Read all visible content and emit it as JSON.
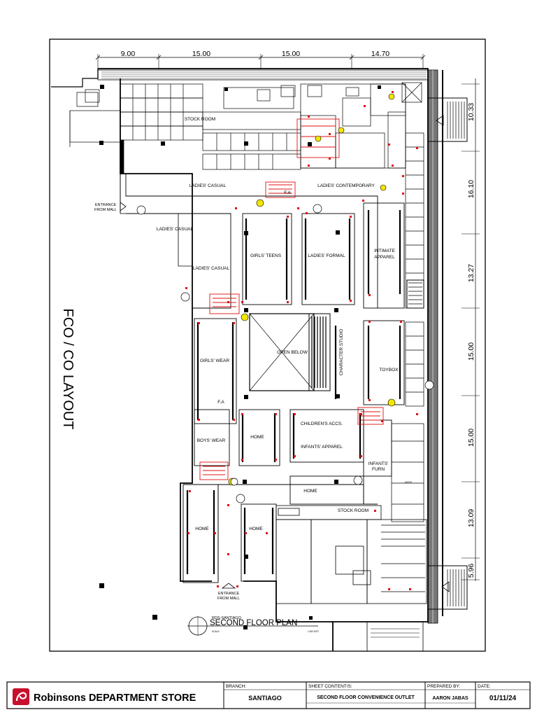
{
  "plan": {
    "vertical_title": "FCO / CO LAYOUT",
    "title_small": "RDS-SANTIAGO",
    "title": "SECOND FLOOR PLAN",
    "scale_label": "SCALE:",
    "scale_value": "1:300 MTS"
  },
  "dimensions": {
    "top": [
      "9.00",
      "15.00",
      "15.00",
      "14.70"
    ],
    "right": [
      "10.33",
      "16.10",
      "13.27",
      "15.00",
      "15.00",
      "13.09",
      "5.96"
    ]
  },
  "entrances": {
    "left_line1": "ENTRANCE",
    "left_line2": "FROM MALL",
    "bottom_line1": "ENTRANCE",
    "bottom_line2": "FROM MALL"
  },
  "departments": {
    "stock_room_top": "STOCK ROOM",
    "ladies_casual_1": "LADIES' CASUAL",
    "ladies_contemporary": "LADIES' CONTEMPORARY",
    "ladies_casual_2": "LADIES' CASUAL",
    "ladies_casual_3": "LADIES' CASUAL",
    "girls_teens": "GIRLS' TEENS",
    "ladies_formal": "LADIES' FORMAL",
    "intimate_1": "INTIMATE",
    "intimate_2": "APPAREL",
    "open_below": "OPEN BELOW",
    "character_studio": "CHARACTER STUDIO",
    "toybox": "TOYBOX",
    "girls_wear": "GIRLS' WEAR",
    "fa_1": "F.A",
    "fa_2": "F.A",
    "home_1": "HOME",
    "childrens_accs": "CHILDREN'S ACCS.",
    "infants_apparel": "INFANTS' APPAREL",
    "boys_wear": "BOYS' WEAR",
    "infants_furn_1": "INFANTS'",
    "infants_furn_2": "FURN",
    "home_2": "HOME",
    "stock_room_bottom": "STOCK ROOM",
    "home_3": "HOME",
    "home_4": "HOME",
    "mixer": "MIXER"
  },
  "title_block": {
    "brand": "Robinsons DEPARTMENT STORE",
    "branch_label": "BRANCH:",
    "branch_value": "SANTIAGO",
    "sheet_label": "SHEET CONTENT/S:",
    "sheet_value": "SECOND FLOOR CONVENIENCE OUTLET",
    "prepared_label": "PREPARED BY:",
    "prepared_value": "AARON JABAS",
    "date_label": "DATE:",
    "date_value": "01/11/24"
  },
  "colors": {
    "brand_red": "#c8102e",
    "marker_red": "#e01010",
    "fixture_yellow": "#f3e600"
  }
}
